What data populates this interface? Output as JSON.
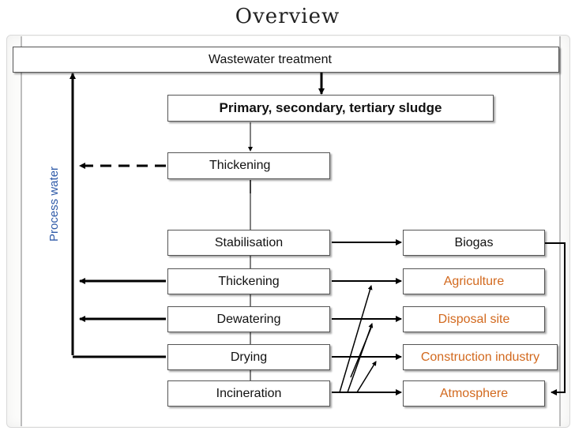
{
  "title": "Overview",
  "side_label": "Process water",
  "nodes": {
    "wastewater": "Wastewater treatment",
    "sludge": "Primary, secondary, tertiary sludge",
    "thickening1": "Thickening",
    "stabilisation": "Stabilisation",
    "thickening2": "Thickening",
    "dewatering": "Dewatering",
    "drying": "Drying",
    "incineration": "Incineration",
    "biogas": "Biogas",
    "agriculture": "Agriculture",
    "disposal": "Disposal site",
    "construction": "Construction industry",
    "atmosphere": "Atmosphere"
  },
  "colors": {
    "accent_orange": "#d2691e",
    "label_blue": "#2f5aa8"
  }
}
